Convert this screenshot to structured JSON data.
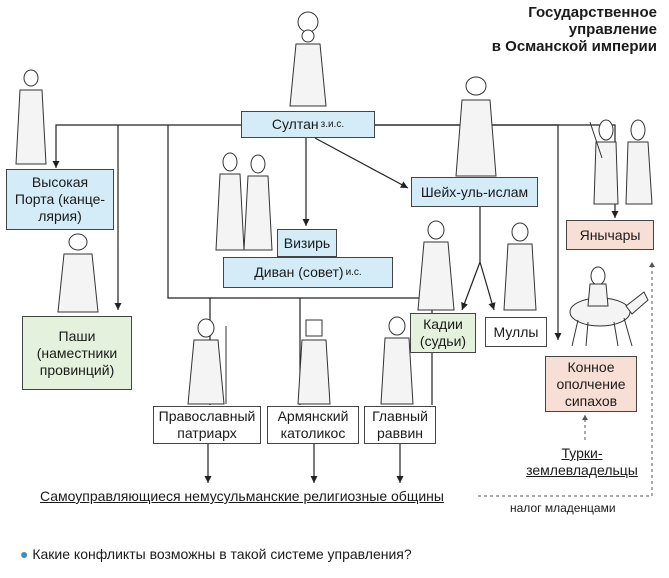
{
  "title": [
    "Государственное",
    "управление",
    "в Османской империи"
  ],
  "nodes": {
    "sultan": {
      "label": "Султан",
      "sup": "з.и.с."
    },
    "porta": {
      "label": "Высокая Порта (канце-лярия)"
    },
    "sheikh": {
      "label": "Шейх-уль-ислам"
    },
    "janissaries": {
      "label": "Янычары"
    },
    "vizier": {
      "label": "Визирь"
    },
    "divan": {
      "label": "Диван (совет)",
      "sup": "и.с."
    },
    "pasha": {
      "label": "Паши (наместники провинций)"
    },
    "qadi": {
      "label": "Кадии (судьи)"
    },
    "mullahs": {
      "label": "Муллы"
    },
    "sipahi": {
      "label": "Конное ополчение сипахов"
    },
    "orthodox": {
      "label": "Православный патриарх"
    },
    "armenian": {
      "label": "Армянский католикос"
    },
    "rabbi": {
      "label": "Главный раввин"
    }
  },
  "communities": "Самоуправляющиеся немусульманские религиозные общины",
  "landowners": "Турки-землевладельцы",
  "tax": "налог младенцами",
  "question": "Какие конфликты возможны в такой системе управления?",
  "colors": {
    "blue": "#d3ecf7",
    "green": "#e4f1dd",
    "pink": "#f8dfd6"
  }
}
